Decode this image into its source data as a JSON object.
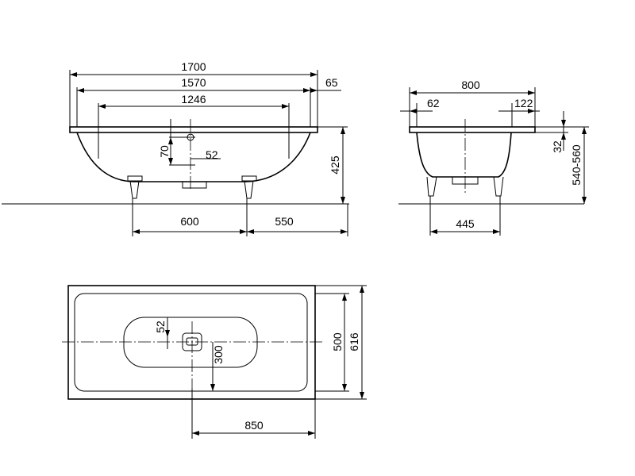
{
  "side_view": {
    "dim_total_length": "1700",
    "dim_inner_length": "1570",
    "dim_rim_offset": "65",
    "dim_floor_length": "1246",
    "dim_drain_height": "70",
    "dim_drain_offset": "52",
    "dim_height": "425",
    "dim_foot_spacing": "600",
    "dim_foot_to_end": "550"
  },
  "end_view": {
    "dim_width": "800",
    "dim_left_rim": "62",
    "dim_right_rim": "122",
    "dim_rim_height": "32",
    "dim_total_height": "540-560",
    "dim_foot_spacing": "445"
  },
  "top_view": {
    "dim_drain_offset": "52",
    "dim_drain_to_edge": "300",
    "dim_inner_width": "500",
    "dim_outer_width": "616",
    "dim_center_to_end": "850"
  }
}
